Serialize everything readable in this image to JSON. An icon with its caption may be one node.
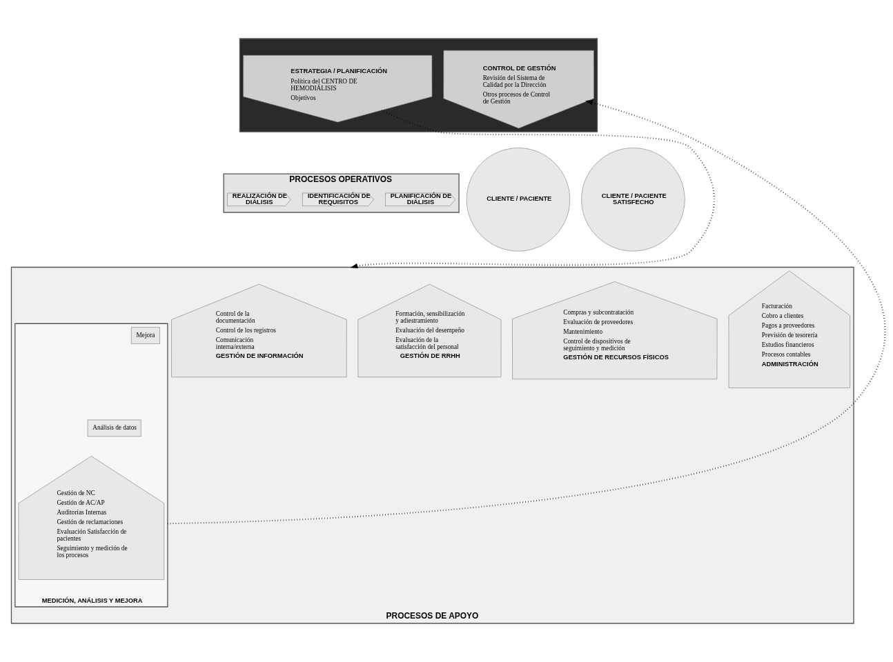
{
  "diagram": {
    "nodes": [
      {
        "text": [],
        "shape": "box"
      },
      {
        "text": [
          "ESTRATEGIA / PLANIFICACIÓN",
          "Política del CENTRO DE HEMODIÁLISIS",
          "Objetivos"
        ],
        "in": 0
      },
      {
        "text": [
          "CONTROL DE GESTIÓN",
          "Revisión del Sistema de Calidad por la Dirección",
          "Otros procesos de Control de Gestión"
        ],
        "in": 0
      },
      {
        "text": [
          "PROCESOS OPERATIVOS"
        ]
      },
      {
        "text": [
          "CLIENTE / PACIENTE"
        ]
      },
      {
        "text": [
          "IDENTIFICACIÓN DE REQUISITOS"
        ],
        "in": 3
      },
      {
        "text": [
          "PLANIFICACIÓN DE DIÁLISIS"
        ],
        "in": 3
      },
      {
        "text": [
          "REALIZACIÓN DE DIÁLISIS"
        ],
        "in": 3
      },
      {
        "text": [
          "CLIENTE / PACIENTE SATISFECHO"
        ]
      },
      {
        "text": [
          "PROCESOS DE APOYO"
        ]
      },
      {
        "text": [
          "Control de la documentación",
          "Control de los registros",
          "Comunicación interna/externa",
          "GESTIÓN DE INFORMACIÓN"
        ],
        "in": 9
      },
      {
        "text": [
          "Formación, sensibilización y adiestramiento",
          "Evaluación del desempeño",
          "Evaluación de la satisfacción del personal",
          "GESTIÓN DE RRHH"
        ],
        "in": 9
      },
      {
        "text": [
          "Compras y subcontratación",
          "Evaluación de proveedores",
          "Mantenimiento",
          "Control de dispositivos de seguimiento y medición",
          "GESTIÓN DE RECURSOS FÍSICOS"
        ],
        "in": 9
      },
      {
        "text": [
          "Facturación",
          "Cobro a clientes",
          "Pagos a proveedores",
          "Previsión de tesorería",
          "Estudios financieros",
          "Procesos contables",
          "ADMINISTRACIÓN"
        ],
        "in": 9
      },
      {
        "text": [
          "MEDICIÓN, ANÁLISIS Y MEJORA"
        ],
        "in": 9
      },
      {
        "text": [
          "Mejora"
        ],
        "in": 14
      },
      {
        "text": [
          "Análisis de datos"
        ],
        "in": 14
      },
      {
        "text": [
          "Gestión de NC",
          "Gestión de AC/AP",
          "Auditorías Internas",
          "Gestión de reclamaciones",
          "Evaluación Satisfacción de pacientes",
          "Seguimiento y medición de los procesos"
        ],
        "in": 14
      }
    ],
    "edges": [
      {
        "from": 1,
        "to": 9,
        "arrow": "to",
        "style": "dashed"
      },
      {
        "from": 14,
        "to": 2,
        "arrow": "to",
        "style": "dashed"
      }
    ]
  }
}
